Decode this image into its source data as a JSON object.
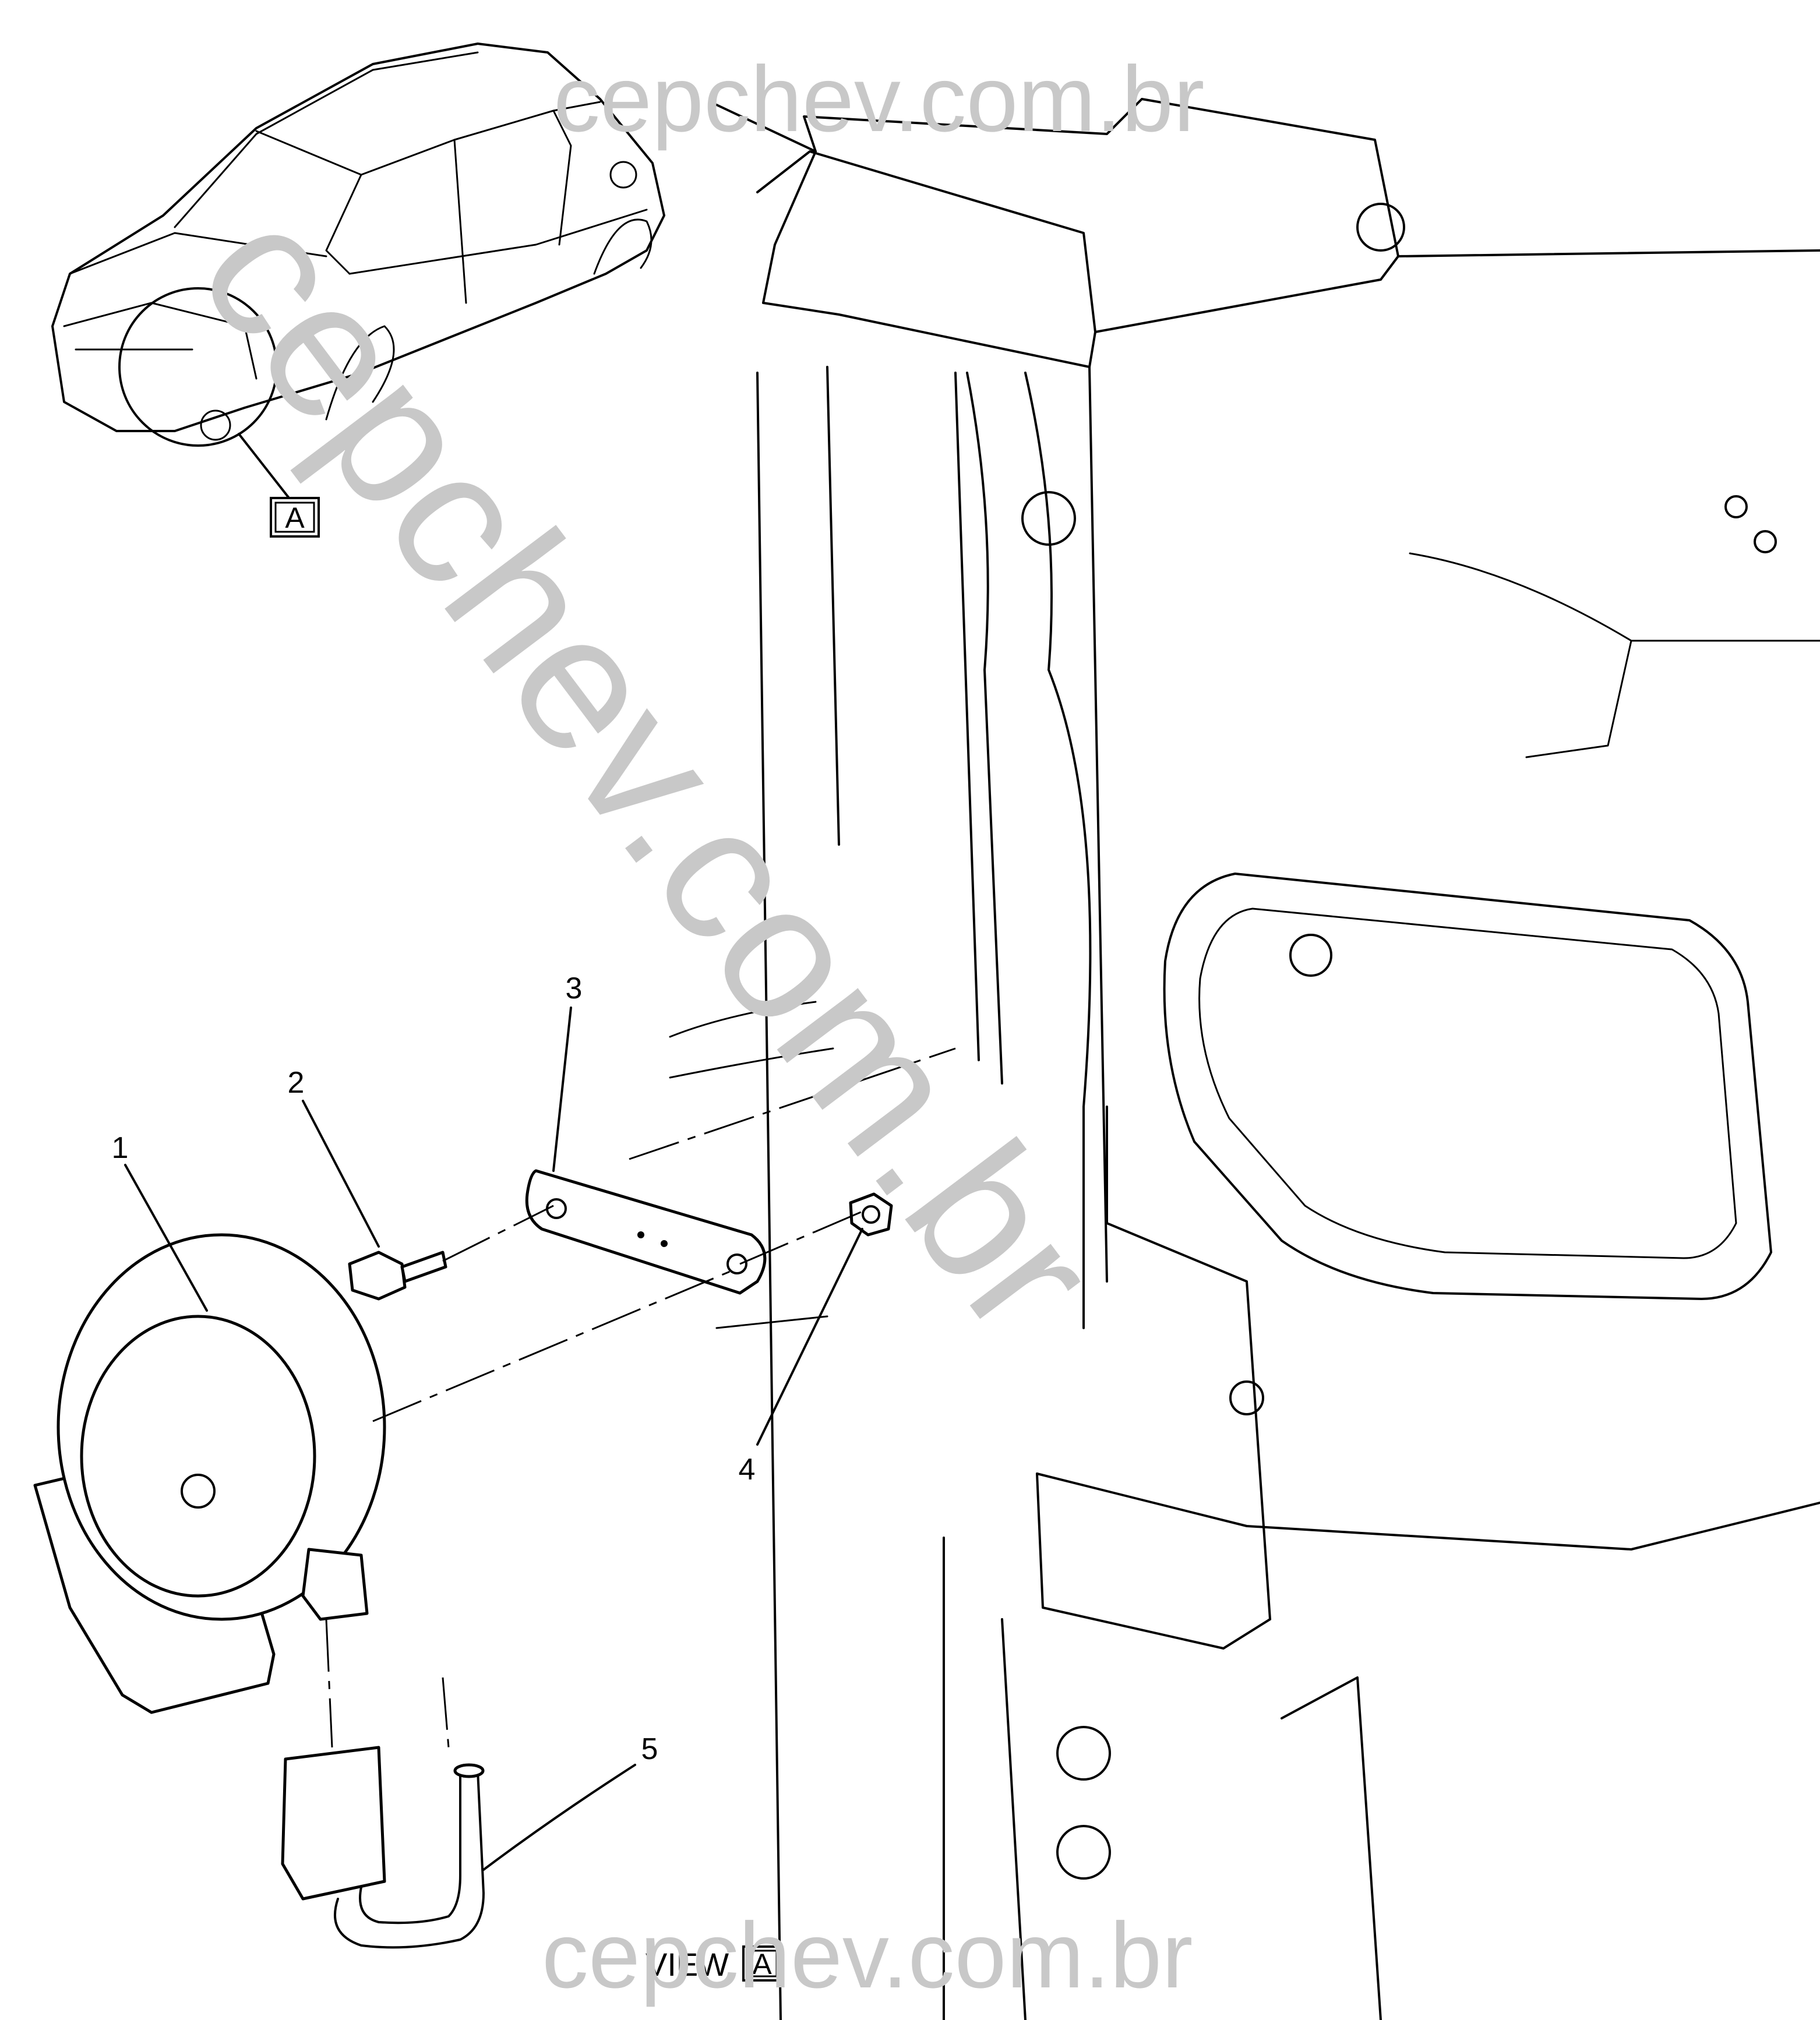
{
  "watermark": {
    "top_text": "cepchev.com.br",
    "diagonal_text": "cepchev.com.br",
    "bottom_text": "cepchev.com.br",
    "color": "#c8c8c8"
  },
  "view_marker": {
    "letter": "A"
  },
  "view_caption": {
    "word": "VIEW",
    "letter": "A"
  },
  "callouts": [
    {
      "id": "horn",
      "label": "1"
    },
    {
      "id": "bolt",
      "label": "2"
    },
    {
      "id": "bracket",
      "label": "3"
    },
    {
      "id": "nut",
      "label": "4"
    },
    {
      "id": "connector",
      "label": "5"
    }
  ]
}
